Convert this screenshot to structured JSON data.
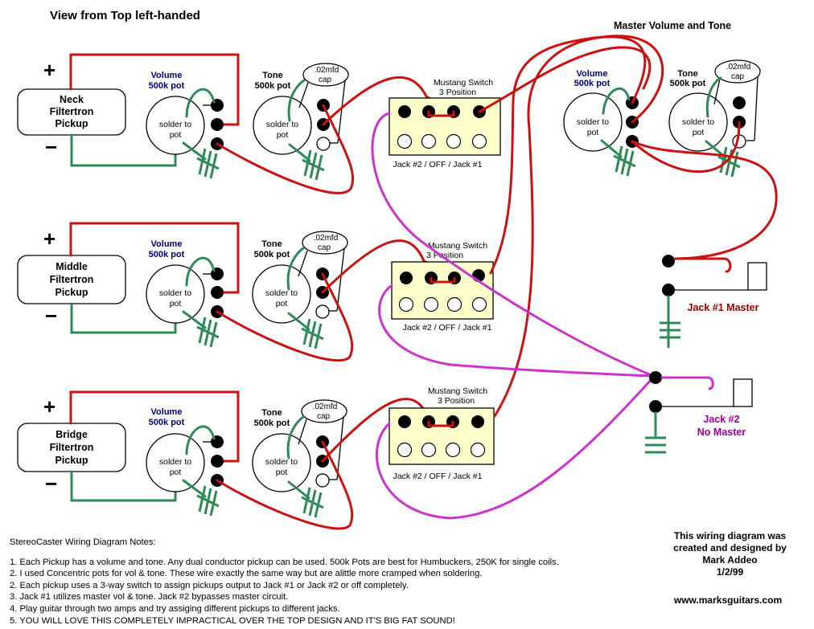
{
  "title": "View from Top left-handed",
  "master_title": "Master Volume and Tone",
  "pickups": [
    {
      "name": "Neck",
      "line2": "Filtertron",
      "line3": "Pickup"
    },
    {
      "name": "Middle",
      "line2": "Filtertron",
      "line3": "Pickup"
    },
    {
      "name": "Bridge",
      "line2": "Filtertron",
      "line3": "Pickup"
    }
  ],
  "plus": "+",
  "minus": "−",
  "volume_label": "Volume",
  "tone_label": "Tone",
  "pot_value": "500k pot",
  "solder_line1": "solder to",
  "solder_line2": "pot",
  "cap_line1": ".02mfd",
  "cap_line2": "cap",
  "switch_line1": "Mustang Switch",
  "switch_line2": "3 Position",
  "switch_caption": "Jack #2 / OFF / Jack #1",
  "jack1_label": "Jack #1 Master",
  "jack2_line1": "Jack #2",
  "jack2_line2": "No Master",
  "notes_header": "StereoCaster Wiring Diagram Notes:",
  "notes": [
    "1. Each Pickup has a volume and tone. Any dual conductor pickup can be used. 500k Pots are best for Humbuckers, 250K for single coils.",
    "2. I used Concentric pots for vol & tone. These wire exactly the same way but are alittle more cramped when soldering.",
    "2. Each pickup uses a 3-way switch to assign pickups output to Jack #1 or Jack #2 or off completely.",
    "3. Jack #1 utilizes master vol & tone. Jack #2 bypasses master circuit.",
    "4. Play guitar through two amps and try assiging different pickups to different jacks.",
    "5. YOU WILL LOVE THIS COMPLETELY IMPRACTICAL OVER THE TOP DESIGN AND IT'S BIG FAT SOUND!"
  ],
  "credit": [
    "This wiring diagram was",
    "created and designed by",
    "Mark Addeo",
    "1/2/99"
  ],
  "url": "www.marksguitars.com",
  "colors": {
    "red_wire": "#cc1111",
    "green_wire": "#2e8b57",
    "magenta_wire": "#cc33cc",
    "switch_fill": "#ffffcc",
    "label_blue": "#000080",
    "jack1_label": "#990000",
    "jack2_label": "#990099"
  }
}
